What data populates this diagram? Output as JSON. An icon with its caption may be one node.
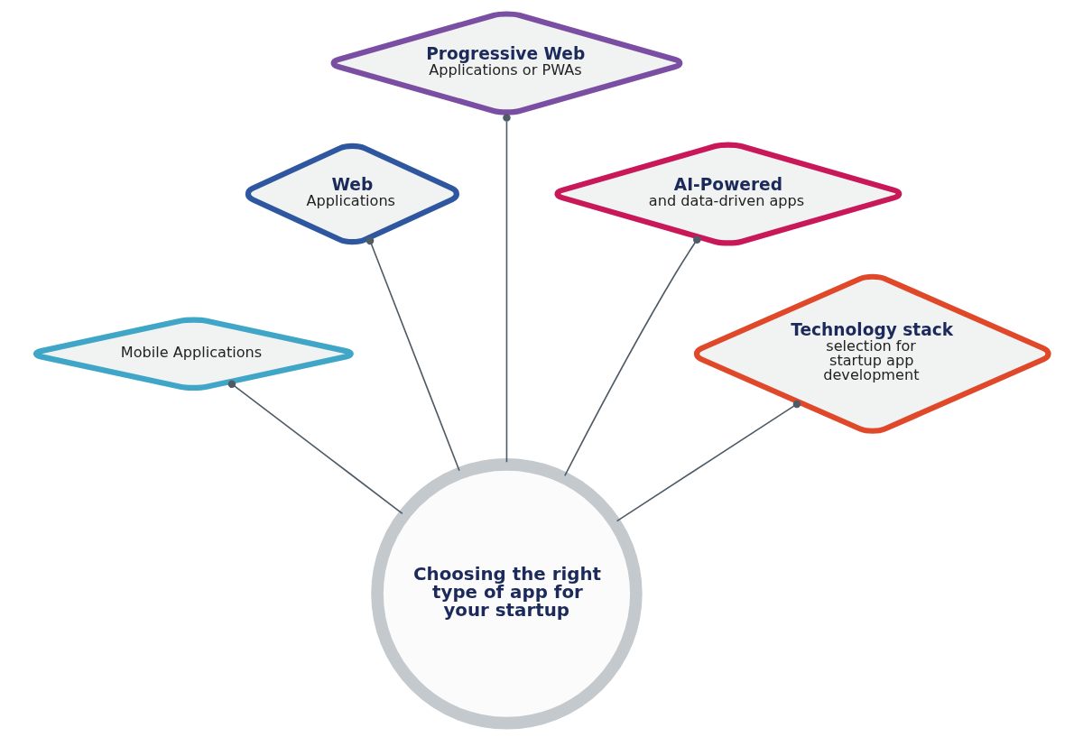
{
  "diagram": {
    "nodes": [
      {
        "text": [
          "Choosing the right type of app for your startup"
        ]
      },
      {
        "text": [
          "Mobile Applications"
        ]
      },
      {
        "text": [
          "Web",
          "Applications"
        ]
      },
      {
        "text": [
          "Progressive Web",
          "Applications or PWAs"
        ]
      },
      {
        "text": [
          "AI-Powered",
          "and data-driven apps"
        ]
      },
      {
        "text": [
          "Technology stack",
          "selection for startup app development"
        ]
      }
    ],
    "edges": [
      {
        "from": 0,
        "to": 1,
        "arrow": "other"
      },
      {
        "from": 0,
        "to": 2,
        "arrow": "other"
      },
      {
        "from": 0,
        "to": 3,
        "arrow": "other"
      },
      {
        "from": 0,
        "to": 4,
        "arrow": "other"
      },
      {
        "from": 0,
        "to": 5,
        "arrow": "other"
      }
    ]
  }
}
